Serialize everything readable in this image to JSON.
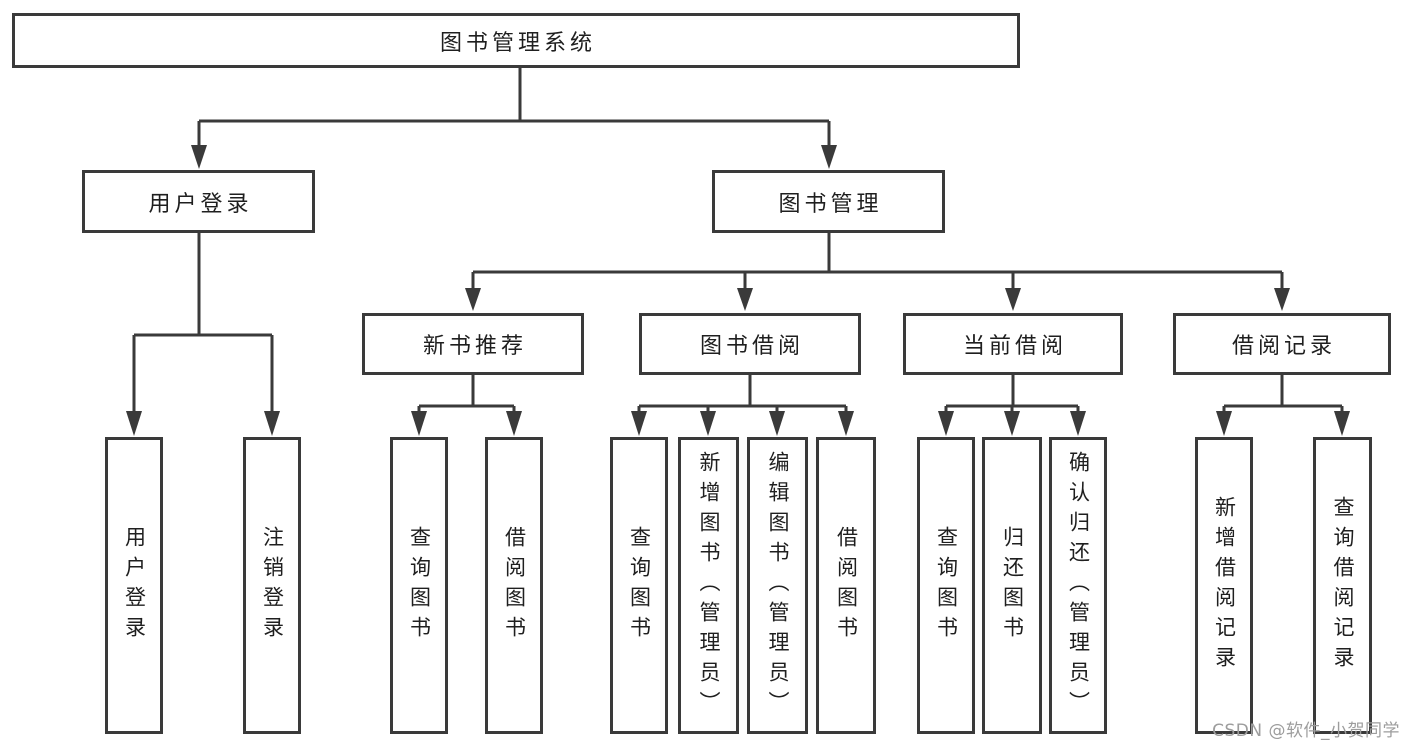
{
  "diagram": {
    "type": "tree",
    "tree": {
      "root": {
        "label": "图书管理系统",
        "children": [
          {
            "label": "用户登录",
            "children": [
              {
                "label": "用户登录"
              },
              {
                "label": "注销登录"
              }
            ]
          },
          {
            "label": "图书管理",
            "children": [
              {
                "label": "新书推荐",
                "children": [
                  {
                    "label": "查询图书"
                  },
                  {
                    "label": "借阅图书"
                  }
                ]
              },
              {
                "label": "图书借阅",
                "children": [
                  {
                    "label": "查询图书"
                  },
                  {
                    "label": "新增图书（管理员）"
                  },
                  {
                    "label": "编辑图书（管理员）"
                  },
                  {
                    "label": "借阅图书"
                  }
                ]
              },
              {
                "label": "当前借阅",
                "children": [
                  {
                    "label": "查询图书"
                  },
                  {
                    "label": "归还图书"
                  },
                  {
                    "label": "确认归还（管理员）"
                  }
                ]
              },
              {
                "label": "借阅记录",
                "children": [
                  {
                    "label": "新增借阅记录"
                  },
                  {
                    "label": "查询借阅记录"
                  }
                ]
              }
            ]
          }
        ]
      }
    },
    "colors": {
      "line": "#3a3a3a",
      "box_border": "#3a3a3a",
      "box_fill": "#ffffff",
      "text": "#1f1f1f",
      "watermark": "#9d9d9d",
      "background": "#ffffff"
    }
  },
  "watermark": {
    "text": "CSDN @软件_小贺同学"
  }
}
